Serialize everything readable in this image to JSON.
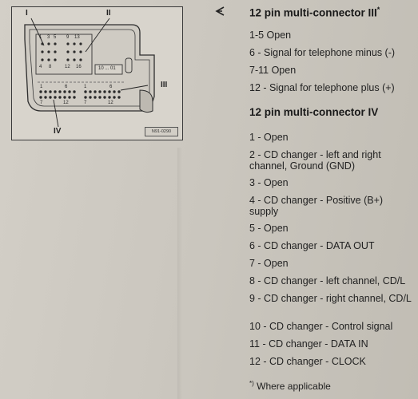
{
  "diagram": {
    "callouts": [
      "I",
      "II",
      "III",
      "IV"
    ],
    "part_code": "N91-0290",
    "pin_labels_top": [
      "1",
      "3",
      "5",
      "9",
      "13"
    ],
    "pin_labels_mid": [
      "4",
      "8",
      "12",
      "16"
    ],
    "pin_labels_box": "10 ... 01",
    "pin_labels_bottom_left": [
      "1",
      "6",
      "7",
      "12"
    ],
    "pin_labels_bottom_right": [
      "1",
      "6",
      "7",
      "12"
    ]
  },
  "connector3": {
    "title": "12 pin multi-connector III",
    "title_mark": "*",
    "pins": [
      "1-5 Open",
      "6 - Signal for telephone minus (-)",
      "7-11 Open",
      "12 - Signal for telephone plus (+)"
    ]
  },
  "connector4": {
    "title": "12 pin multi-connector IV",
    "pins": [
      "1 - Open",
      "2 - CD changer - left and right channel, Ground (GND)",
      "3 - Open",
      "4 - CD changer - Positive (B+) supply",
      "5 - Open",
      "6 - CD changer - DATA OUT",
      "7 - Open",
      "8 - CD changer - left channel, CD/L",
      "9 - CD changer - right channel, CD/L",
      "10 - CD changer - Control signal",
      "11 - CD changer - DATA IN",
      "12 - CD changer - CLOCK"
    ]
  },
  "footnote": {
    "mark": "*)",
    "text": "Where applicable"
  }
}
